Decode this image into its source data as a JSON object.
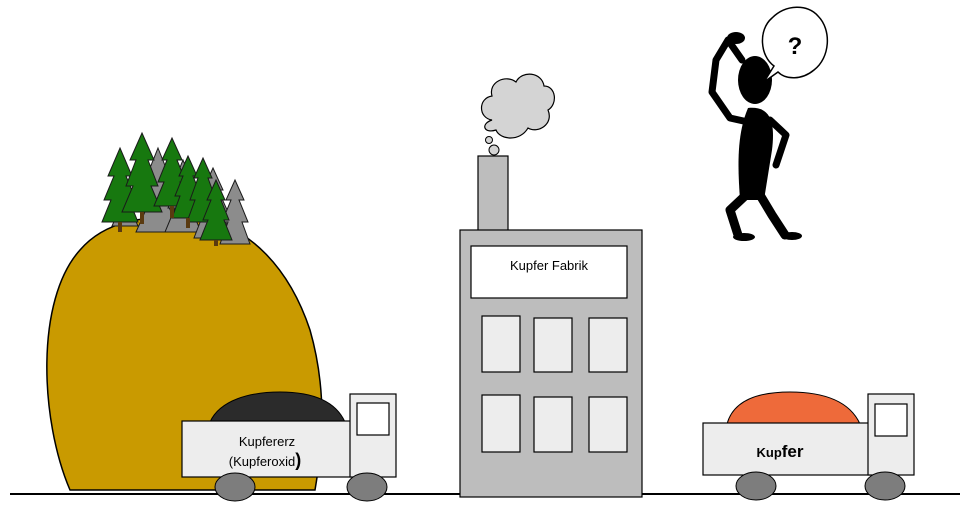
{
  "factory": {
    "sign": "Kupfer Fabrik"
  },
  "truck_left": {
    "label_line1": "Kupfererz",
    "label_line2_main": "(Kupferoxid",
    "label_line2_paren": ")"
  },
  "truck_right": {
    "label_small": "Kup",
    "label_big": "fer"
  },
  "speech_bubble": {
    "text": "?"
  },
  "colors": {
    "hill": "#c99a00",
    "tree_dark": "#17780f",
    "tree_grey": "#8c8c8c",
    "factory": "#bdbdbd",
    "ore_load": "#2b2b2b",
    "copper_load": "#ee6a3a",
    "wheel": "#7d7d7d",
    "smoke": "#d4d4d4"
  }
}
